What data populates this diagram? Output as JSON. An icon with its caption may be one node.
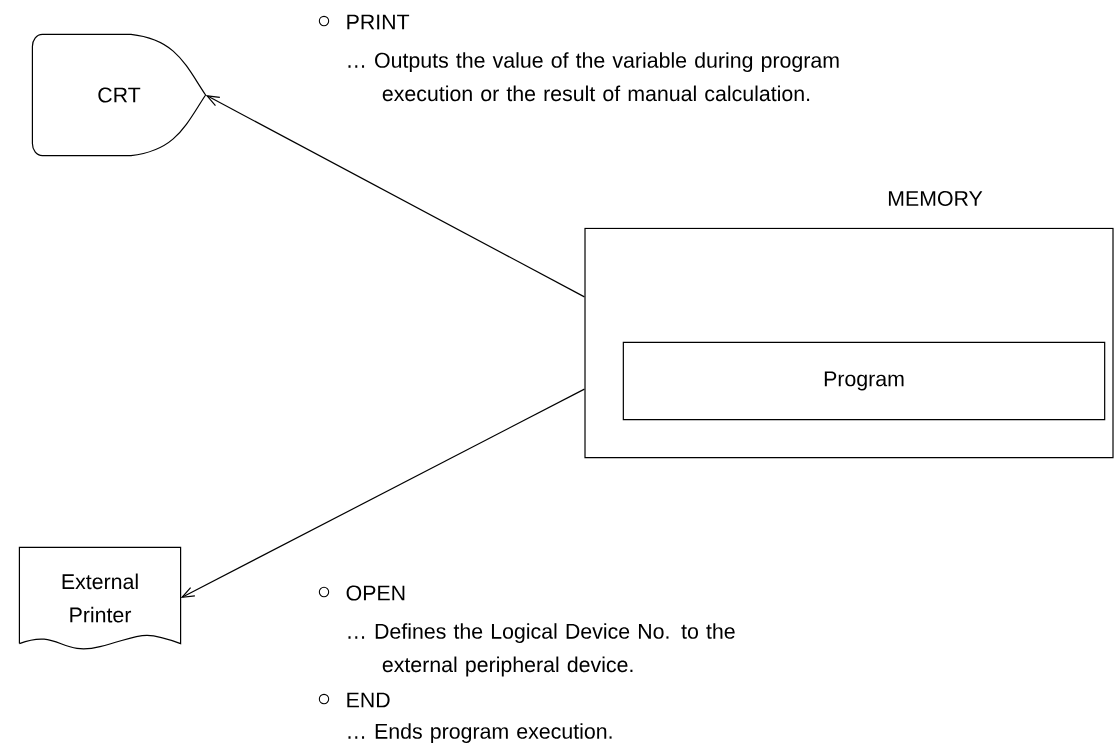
{
  "diagram": {
    "nodes": [
      {
        "text": [
          "CRT"
        ]
      },
      {
        "text": [
          "MEMORY"
        ]
      },
      {
        "text": [
          "Program"
        ],
        "in": 1
      },
      {
        "text": [
          "External Printer"
        ]
      }
    ],
    "edges": [
      {
        "from": 1,
        "to": 0,
        "arrow": "to"
      },
      {
        "from": 1,
        "to": 3,
        "arrow": "to"
      }
    ],
    "labels": [
      "PRINT",
      "… Outputs the value of the variable during program execution or the result of manual calculation.",
      "OPEN",
      "… Defines the Logical Device No. to the external peripheral device.",
      "END",
      "… Ends program execution."
    ]
  }
}
